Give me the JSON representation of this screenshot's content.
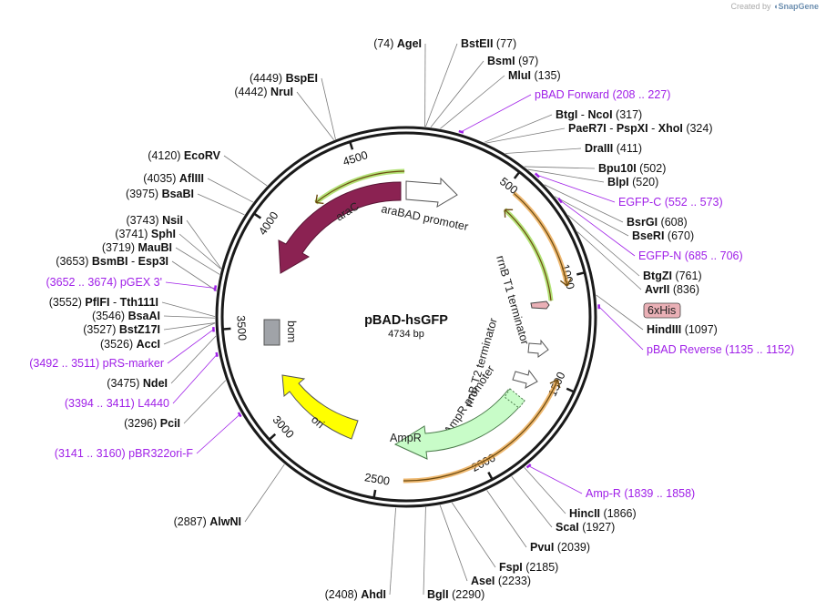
{
  "credit": {
    "prefix": "Created by",
    "brand": "SnapGene"
  },
  "plasmid": {
    "name": "pBAD-hsGFP",
    "length_label": "4734 bp",
    "length": 4734
  },
  "colors": {
    "backbone": "#1a1a1a",
    "primer": "#a020e8",
    "araC": "#8b2252",
    "ori": "#ffff00",
    "AmpR": "#c8fcc8",
    "bom": "#a0a3a8",
    "orange_band": "#e8a040",
    "green_band": "#9ad84a",
    "his_tag": "#eab0b6"
  },
  "ticks": [
    {
      "label": "500"
    },
    {
      "label": "1000"
    },
    {
      "label": "1500"
    },
    {
      "label": "2000"
    },
    {
      "label": "2500"
    },
    {
      "label": "3000"
    },
    {
      "label": "3500"
    },
    {
      "label": "4000"
    },
    {
      "label": "4500"
    }
  ],
  "features": {
    "araC": "araC",
    "araBAD_promoter": "araBAD promoter",
    "rrnB_T1": "rrnB T1 terminator",
    "rrnB_T2": "rrnB T2 terminator",
    "AmpR_promoter": "AmpR promoter",
    "AmpR": "AmpR",
    "ori": "ori",
    "bom": "bom",
    "his": "6xHis"
  },
  "sites": [
    {
      "id": "ageI",
      "pos": "(74)",
      "name": "AgeI"
    },
    {
      "id": "bsteii",
      "name": "BstEII",
      "pos": "(77)"
    },
    {
      "id": "bsmi",
      "name": "BsmI",
      "pos": "(97)"
    },
    {
      "id": "mlui",
      "name": "MluI",
      "pos": "(135)"
    },
    {
      "id": "btgi",
      "name": "BtgI",
      "sep": "-",
      "name2": "NcoI",
      "pos": "(317)"
    },
    {
      "id": "paer7i",
      "name": "PaeR7I",
      "sep": "-",
      "name2": "PspXI",
      "sep2": "-",
      "name3": "XhoI",
      "pos": "(324)"
    },
    {
      "id": "draiii",
      "name": "DraIII",
      "pos": "(411)"
    },
    {
      "id": "bpu10i",
      "name": "Bpu10I",
      "pos": "(502)"
    },
    {
      "id": "blpi",
      "name": "BlpI",
      "pos": "(520)"
    },
    {
      "id": "bsrgi",
      "name": "BsrGI",
      "pos": "(608)"
    },
    {
      "id": "bseri",
      "name": "BseRI",
      "pos": "(670)"
    },
    {
      "id": "btgzi",
      "name": "BtgZI",
      "pos": "(761)"
    },
    {
      "id": "avrii",
      "name": "AvrII",
      "pos": "(836)"
    },
    {
      "id": "hindiii",
      "name": "HindIII",
      "pos": "(1097)"
    },
    {
      "id": "hincii",
      "name": "HincII",
      "pos": "(1866)"
    },
    {
      "id": "scai",
      "name": "ScaI",
      "pos": "(1927)"
    },
    {
      "id": "pvui",
      "name": "PvuI",
      "pos": "(2039)"
    },
    {
      "id": "fspi",
      "name": "FspI",
      "pos": "(2185)"
    },
    {
      "id": "asei",
      "name": "AseI",
      "pos": "(2233)"
    },
    {
      "id": "bgli",
      "name": "BglI",
      "pos": "(2290)"
    },
    {
      "id": "ahdi",
      "pos": "(2408)",
      "name": "AhdI"
    },
    {
      "id": "alwni",
      "pos": "(2887)",
      "name": "AlwNI"
    },
    {
      "id": "pcii",
      "pos": "(3296)",
      "name": "PciI"
    },
    {
      "id": "ndei",
      "pos": "(3475)",
      "name": "NdeI"
    },
    {
      "id": "acci",
      "pos": "(3526)",
      "name": "AccI"
    },
    {
      "id": "bstz17i",
      "pos": "(3527)",
      "name": "BstZ17I"
    },
    {
      "id": "bsaai",
      "pos": "(3546)",
      "name": "BsaAI"
    },
    {
      "id": "pflfi",
      "pos": "(3552)",
      "name": "PflFI",
      "sep": "-",
      "name2": "Tth111I"
    },
    {
      "id": "bsmbi",
      "pos": "(3653)",
      "name": "BsmBI",
      "sep": "-",
      "name2": "Esp3I"
    },
    {
      "id": "maubi",
      "pos": "(3719)",
      "name": "MauBI"
    },
    {
      "id": "sphi",
      "pos": "(3741)",
      "name": "SphI"
    },
    {
      "id": "nsii",
      "pos": "(3743)",
      "name": "NsiI"
    },
    {
      "id": "bsabi",
      "pos": "(3975)",
      "name": "BsaBI"
    },
    {
      "id": "afliii",
      "pos": "(4035)",
      "name": "AflIII"
    },
    {
      "id": "ecorv",
      "pos": "(4120)",
      "name": "EcoRV"
    },
    {
      "id": "nrui",
      "pos": "(4442)",
      "name": "NruI"
    },
    {
      "id": "bspei",
      "pos": "(4449)",
      "name": "BspEI"
    }
  ],
  "primers": [
    {
      "id": "pbadfwd",
      "name": "pBAD Forward",
      "range": "(208 .. 227)"
    },
    {
      "id": "egfpc",
      "name": "EGFP-C",
      "range": "(552 .. 573)"
    },
    {
      "id": "egfpn",
      "name": "EGFP-N",
      "range": "(685 .. 706)"
    },
    {
      "id": "pbadrev",
      "name": "pBAD Reverse",
      "range": "(1135 .. 1152)"
    },
    {
      "id": "ampr",
      "name": "Amp-R",
      "range": "(1839 .. 1858)"
    },
    {
      "id": "pbr322",
      "range": "(3141 .. 3160)",
      "name": "pBR322ori-F"
    },
    {
      "id": "l4440",
      "range": "(3394 .. 3411)",
      "name": "L4440"
    },
    {
      "id": "prsmarker",
      "range": "(3492 .. 3511)",
      "name": "pRS-marker"
    },
    {
      "id": "pgex3",
      "range": "(3652 .. 3674)",
      "name": "pGEX 3'"
    }
  ]
}
